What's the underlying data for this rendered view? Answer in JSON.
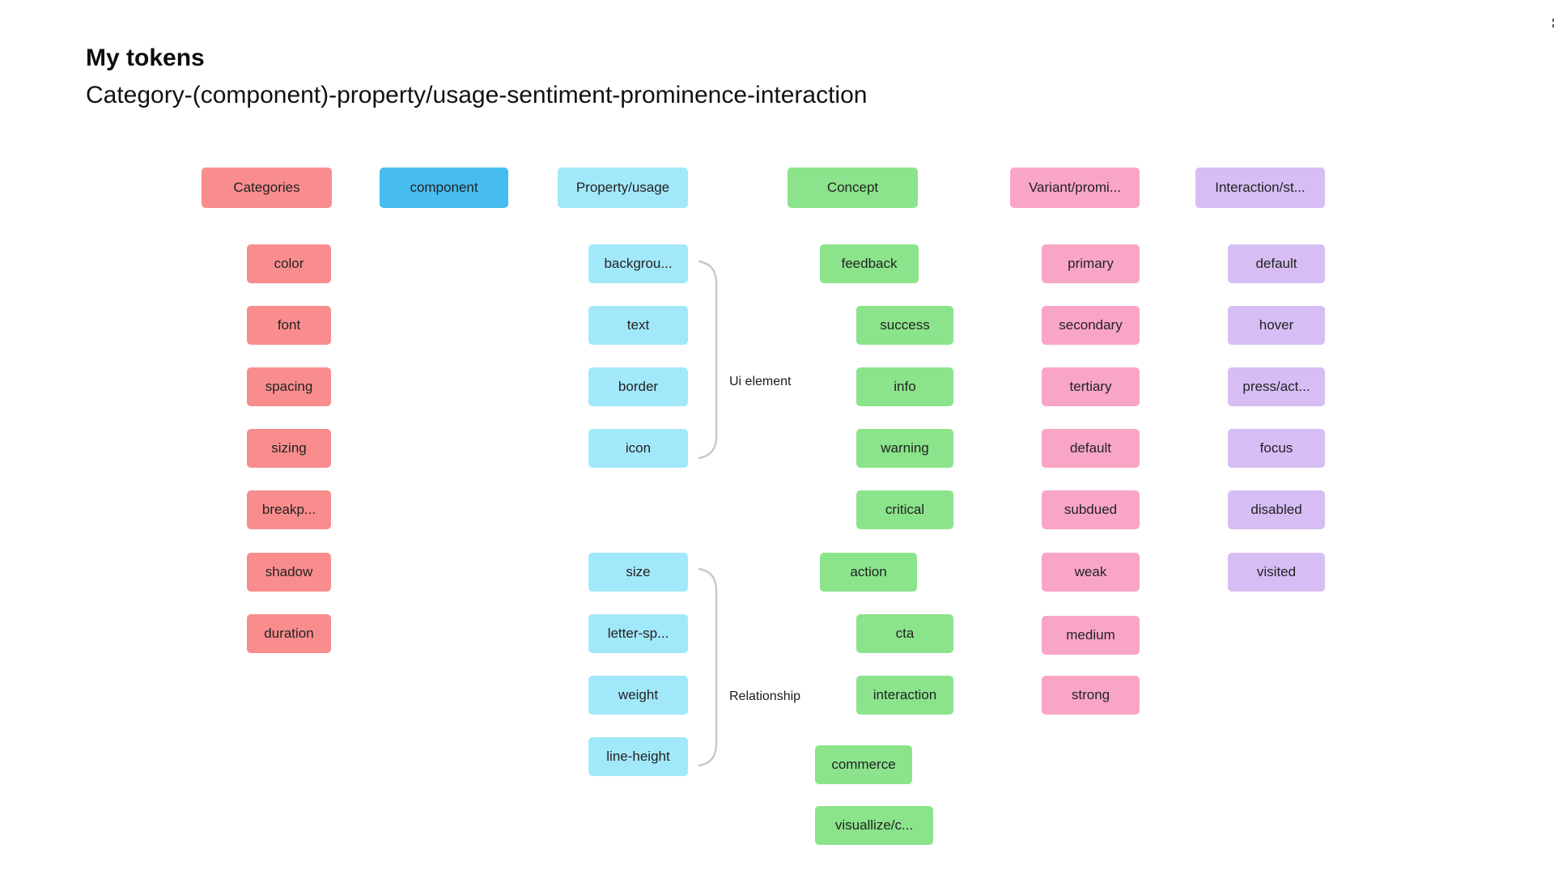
{
  "page": {
    "title": "My tokens",
    "subtitle": "Category-(component)-property/usage-sentiment-prominence-interaction"
  },
  "columns": [
    {
      "header": "Categories",
      "color": "#F98D8D",
      "items": [
        "color",
        "font",
        "spacing",
        "sizing",
        "breakp...",
        "shadow",
        "duration"
      ]
    },
    {
      "header": "component",
      "color": "#47BDEF",
      "items": []
    },
    {
      "header": "Property/usage",
      "color": "#A2E8FB",
      "items": [
        "backgrou...",
        "text",
        "border",
        "icon",
        "size",
        "letter-sp...",
        "weight",
        "line-height"
      ]
    },
    {
      "header": "Concept",
      "color": "#8BE48B",
      "items": [
        "feedback",
        "success",
        "info",
        "warning",
        "critical",
        "action",
        "cta",
        "interaction",
        "commerce",
        "visuallize/c..."
      ]
    },
    {
      "header": "Variant/promi...",
      "color": "#F9A5C6",
      "items": [
        "primary",
        "secondary",
        "tertiary",
        "default",
        "subdued",
        "weak",
        "medium",
        "strong"
      ]
    },
    {
      "header": "Interaction/st...",
      "color": "#D6BDF4",
      "items": [
        "default",
        "hover",
        "press/act...",
        "focus",
        "disabled",
        "visited"
      ]
    }
  ],
  "annotations": {
    "group1": "Ui element",
    "group2": "Relationship"
  },
  "bracket_color": "#c9c9c9"
}
